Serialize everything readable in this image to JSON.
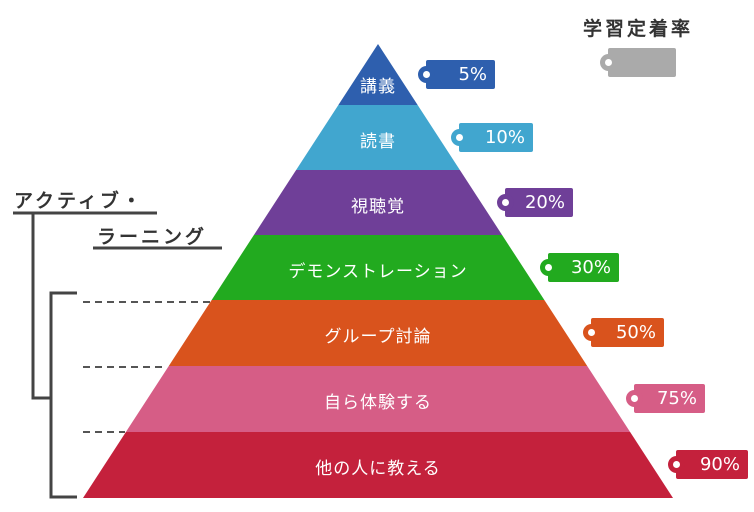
{
  "legend": {
    "title": "学習定着率",
    "tag_color": "#aaaaaa"
  },
  "side_label": {
    "line1": "アクティブ・",
    "line2": "ラーニング"
  },
  "levels": [
    {
      "label": "講義",
      "rate": "5%",
      "color": "#2e5fae"
    },
    {
      "label": "読書",
      "rate": "10%",
      "color": "#41a6cf"
    },
    {
      "label": "視聴覚",
      "rate": "20%",
      "color": "#6f3f98"
    },
    {
      "label": "デモンストレーション",
      "rate": "30%",
      "color": "#22aa1f"
    },
    {
      "label": "グループ討論",
      "rate": "50%",
      "color": "#d9531d"
    },
    {
      "label": "自ら体験する",
      "rate": "75%",
      "color": "#d65d86"
    },
    {
      "label": "他の人に教える",
      "rate": "90%",
      "color": "#c4213c"
    }
  ]
}
